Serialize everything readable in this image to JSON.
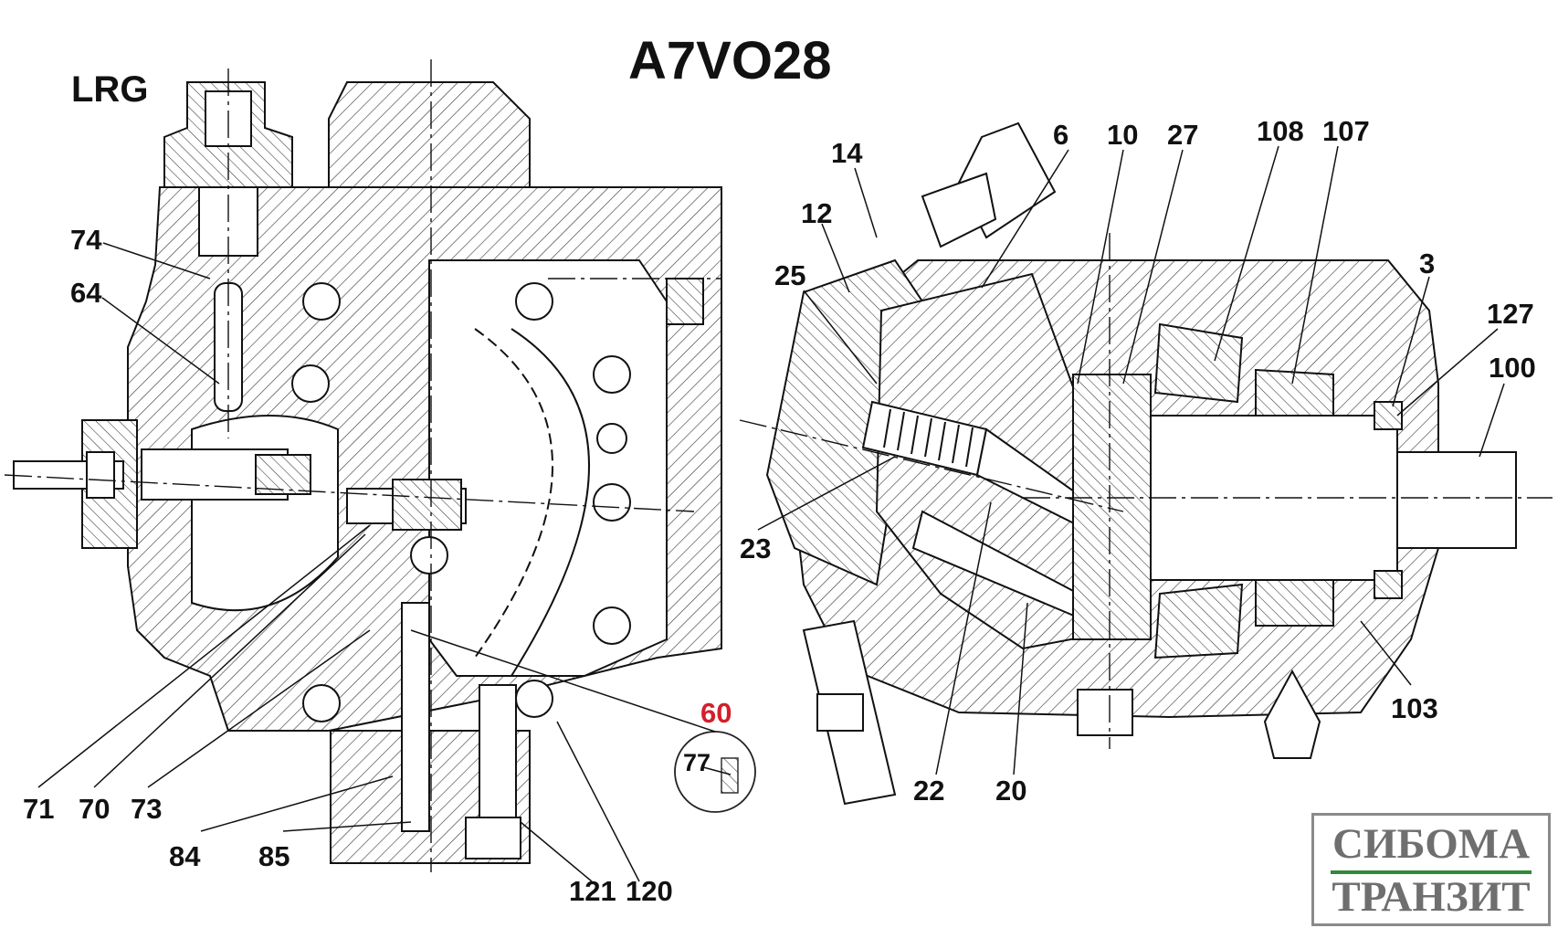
{
  "title": "A7VO28",
  "model": "LRG",
  "colors": {
    "ink": "#111111",
    "highlight": "#d2202a",
    "logo_text": "#6f6f6f",
    "logo_bar": "#2f8a3a"
  },
  "labels": {
    "p74": "74",
    "p64": "64",
    "p71": "71",
    "p70": "70",
    "p73": "73",
    "p84": "84",
    "p85": "85",
    "p121": "121",
    "p120": "120",
    "p60": "60",
    "p77": "77",
    "p6": "6",
    "p10": "10",
    "p27": "27",
    "p108": "108",
    "p107": "107",
    "p14": "14",
    "p12": "12",
    "p25": "25",
    "p3": "3",
    "p127": "127",
    "p100": "100",
    "p23": "23",
    "p22": "22",
    "p20": "20",
    "p103": "103"
  },
  "logo": {
    "line1": "СИБОМА",
    "line2": "ТРАНЗИТ"
  }
}
